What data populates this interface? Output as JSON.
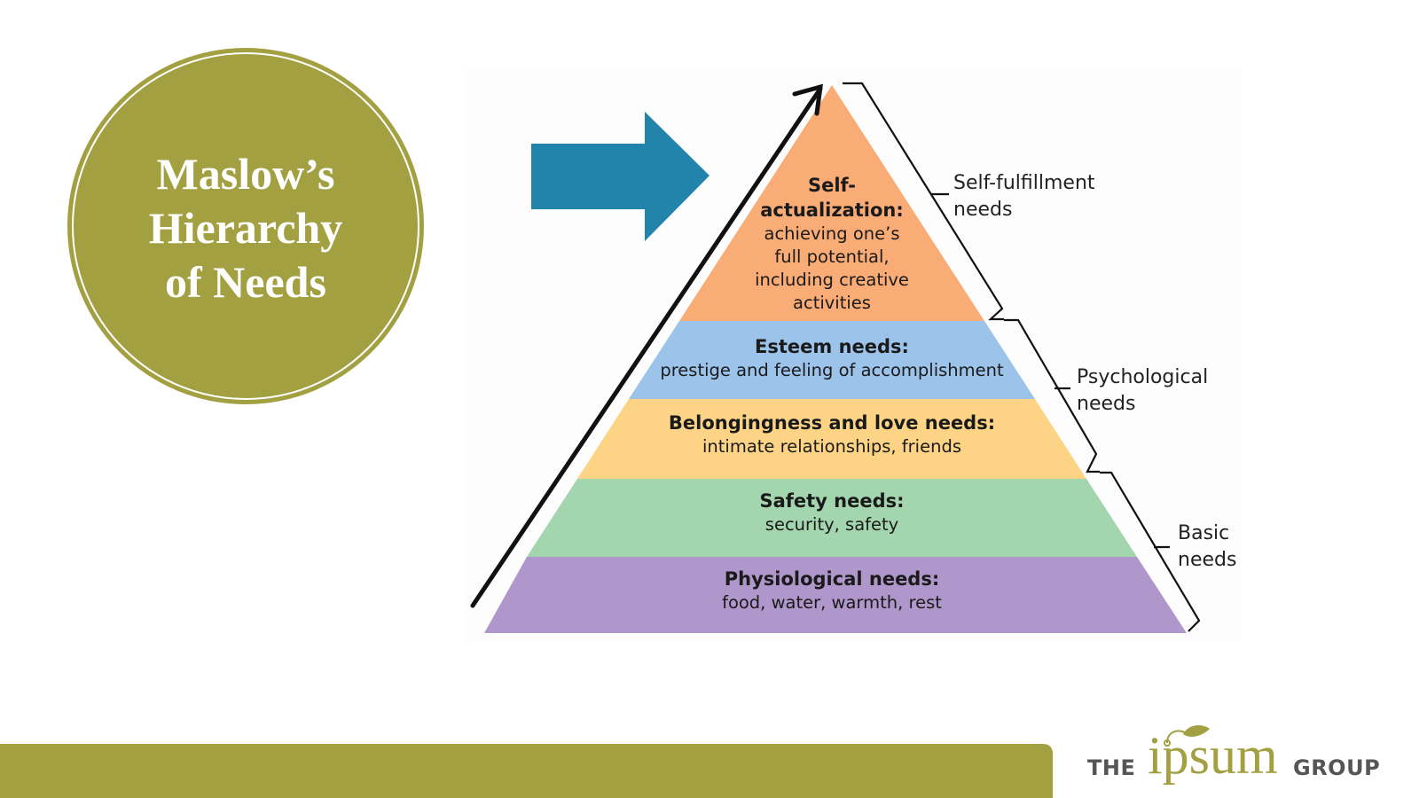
{
  "slide": {
    "title_lines": [
      "Maslow’s",
      "Hierarchy",
      "of  Needs"
    ],
    "accent_color": "#a3a042",
    "arrow_color": "#2384ab"
  },
  "pyramid": {
    "levels": [
      {
        "title": "Self-",
        "title2": "actualization:",
        "desc_lines": [
          "achieving one’s",
          "full potential,",
          "including creative",
          "activities"
        ],
        "color": "#f9ac75"
      },
      {
        "title": "Esteem needs:",
        "desc_lines": [
          "prestige and feeling of accomplishment"
        ],
        "color": "#9cc3ea"
      },
      {
        "title": "Belongingness and love needs:",
        "desc_lines": [
          "intimate relationships, friends"
        ],
        "color": "#fdd486"
      },
      {
        "title": "Safety needs:",
        "desc_lines": [
          "security, safety"
        ],
        "color": "#a3d6ae"
      },
      {
        "title": "Physiological needs:",
        "desc_lines": [
          "food, water, warmth, rest"
        ],
        "color": "#b097cb"
      }
    ],
    "groups": [
      {
        "line1": "Self-fulfillment",
        "line2": "needs"
      },
      {
        "line1": "Psychological",
        "line2": "needs"
      },
      {
        "line1": "Basic",
        "line2": "needs"
      }
    ]
  },
  "logo": {
    "the": "THE",
    "ipsum": "ipsum",
    "group": "GROUP"
  }
}
